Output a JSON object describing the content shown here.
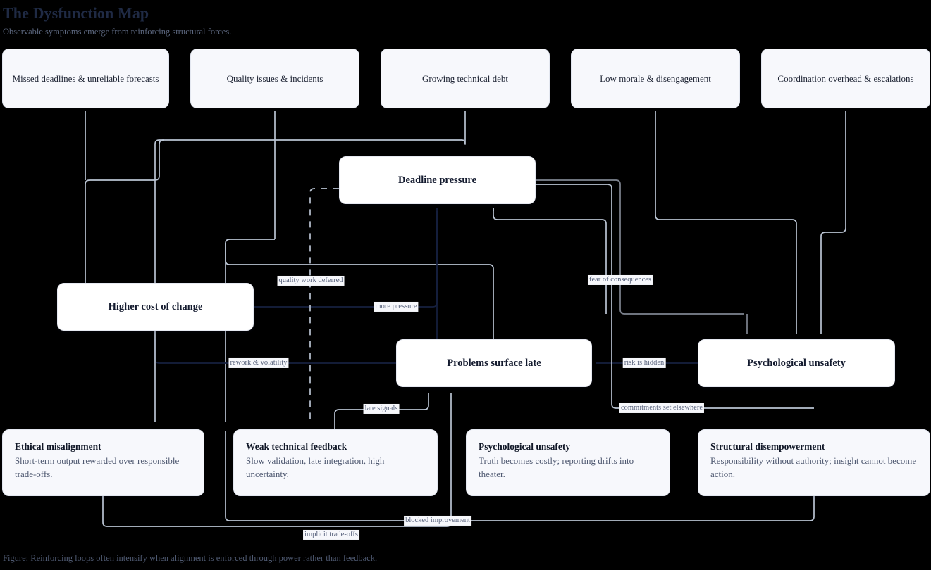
{
  "header": {
    "title": "The Dysfunction Map",
    "subtitle": "Observable symptoms emerge from reinforcing structural forces."
  },
  "caption": "Figure: Reinforcing loops often intensify when alignment is enforced through power rather than feedback.",
  "colors": {
    "title": "#1f2a44",
    "subtitle": "#5d6880",
    "symptom_bg": "#f7f8fc",
    "core_bg": "#ffffff",
    "cause_bg": "#f7f8fc",
    "edge_light": "#b9c3d2",
    "edge_gray": "#7e8490",
    "edge_navy": "#16203f",
    "label_text": "#5a647e"
  },
  "symptoms": [
    {
      "label": "Missed deadlines & unreliable forecasts"
    },
    {
      "label": "Quality issues & incidents"
    },
    {
      "label": "Growing technical debt"
    },
    {
      "label": "Low morale & disengagement"
    },
    {
      "label": "Coordination overhead & escalations"
    }
  ],
  "core_nodes": [
    {
      "label": "Deadline pressure"
    },
    {
      "label": "Higher cost of change"
    },
    {
      "label": "Problems surface late"
    },
    {
      "label": "Psychological unsafety"
    }
  ],
  "causes": [
    {
      "title": "Ethical misalignment",
      "description": "Short-term output rewarded over responsible trade-offs."
    },
    {
      "title": "Weak technical feedback",
      "description": "Slow validation, late integration, high uncertainty."
    },
    {
      "title": "Psychological unsafety",
      "description": "Truth becomes costly; reporting drifts into theater."
    },
    {
      "title": "Structural disempowerment",
      "description": "Responsibility without authority; insight cannot become action."
    }
  ],
  "edge_labels": [
    {
      "text": "quality work deferred"
    },
    {
      "text": "more pressure"
    },
    {
      "text": "fear of consequences"
    },
    {
      "text": "rework & volatility"
    },
    {
      "text": "risk is hidden"
    },
    {
      "text": "late signals"
    },
    {
      "text": "commitments set elsewhere"
    },
    {
      "text": "blocked improvement"
    },
    {
      "text": "implicit trade-offs"
    }
  ]
}
